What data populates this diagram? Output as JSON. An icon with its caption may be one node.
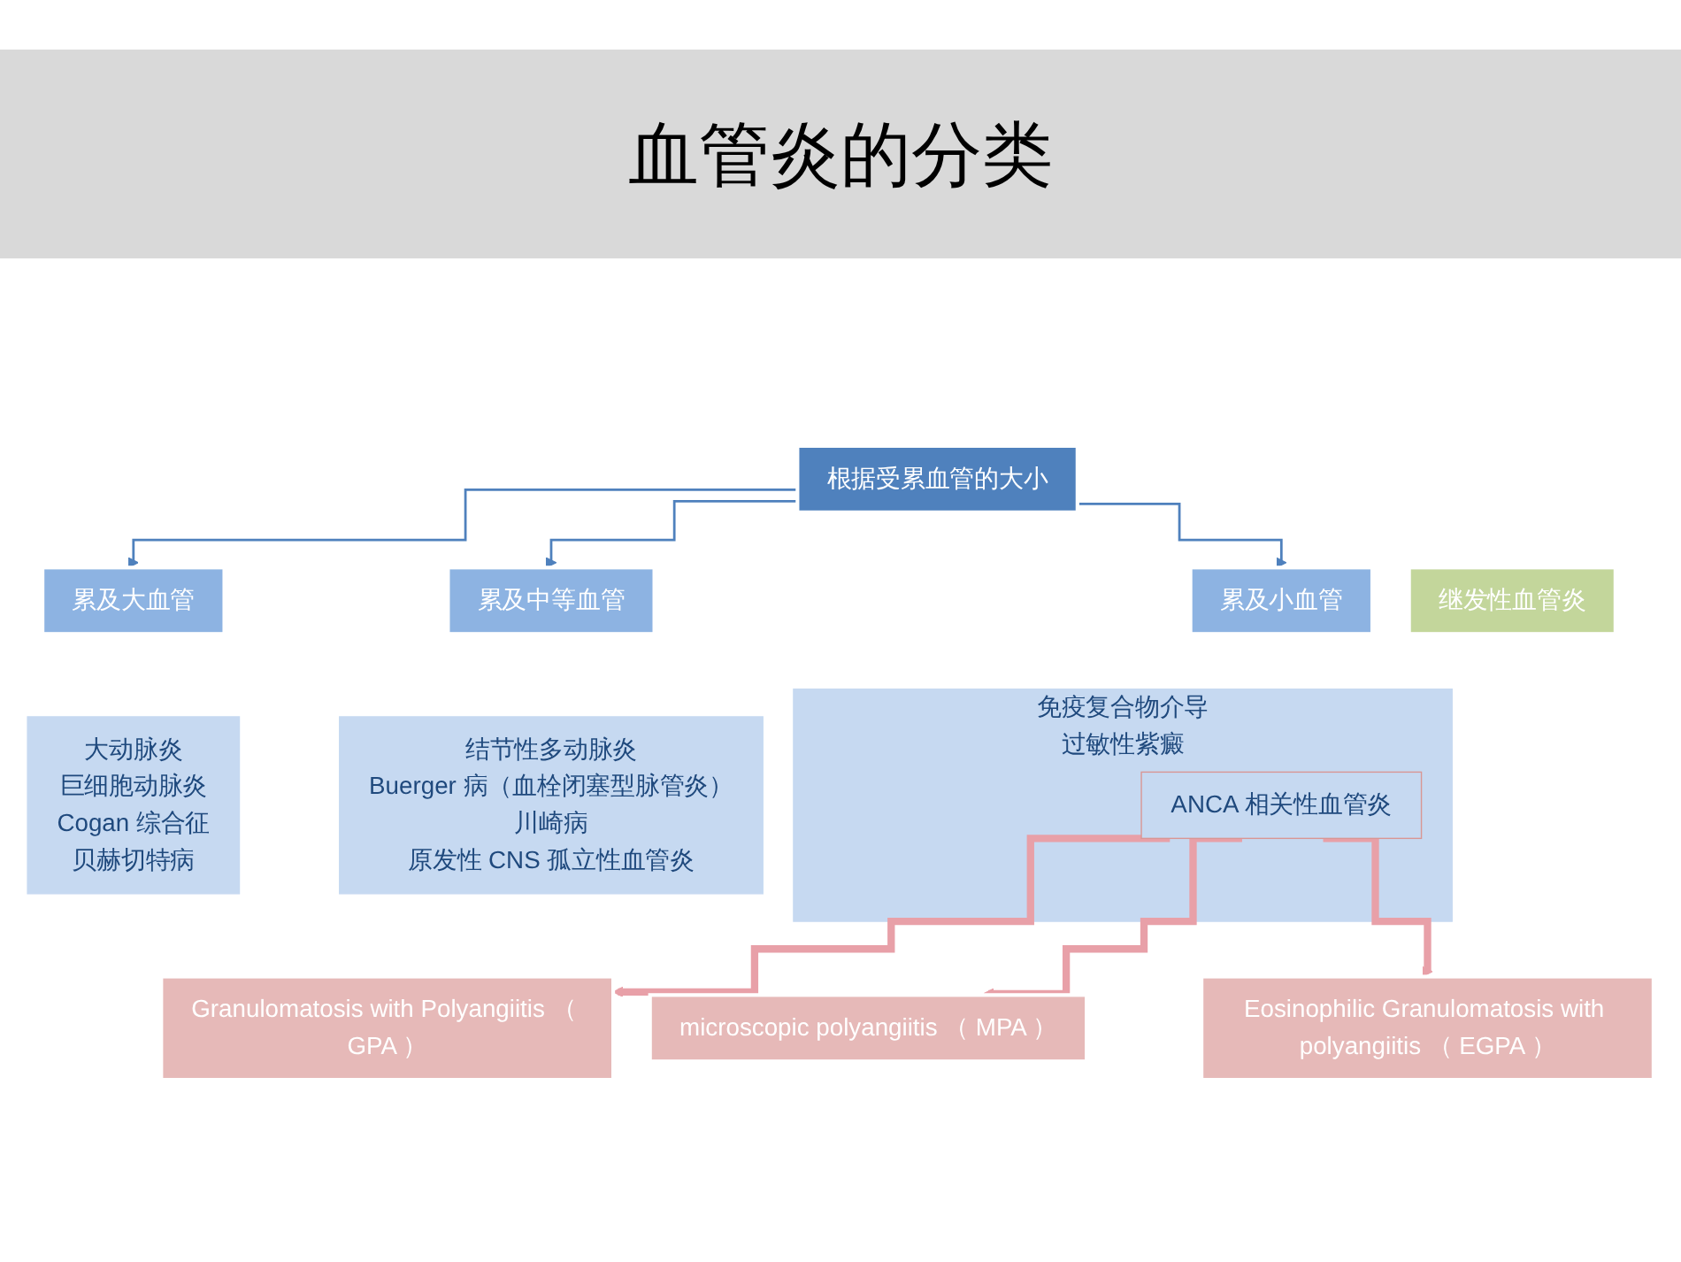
{
  "diagram": {
    "title": "血管炎的分类",
    "nodes": [
      {
        "text": [
          "根据受累血管的大小"
        ]
      },
      {
        "text": [
          "累及大血管"
        ]
      },
      {
        "text": [
          "大动脉炎",
          "巨细胞动脉炎",
          "Cogan 综合征",
          "贝赫切特病"
        ]
      },
      {
        "text": [
          "累及中等血管"
        ]
      },
      {
        "text": [
          "结节性多动脉炎",
          "Buerger 病（血栓闭塞型脉管炎）",
          "川崎病",
          "原发性 CNS 孤立性血管炎"
        ]
      },
      {
        "text": [
          "累及小血管"
        ]
      },
      {
        "text": [
          "免疫复合物介导",
          "过敏性紫癜"
        ]
      },
      {
        "text": [
          "ANCA 相关性血管炎"
        ],
        "in": 6
      },
      {
        "text": [
          "继发性血管炎"
        ]
      },
      {
        "text": [
          "Granulomatosis with Polyangiitis （ GPA ）"
        ]
      },
      {
        "text": [
          "microscopic polyangiitis （ MPA ）"
        ]
      },
      {
        "text": [
          "Eosinophilic Granulomatosis with polyangiitis （ EGPA ）"
        ]
      }
    ],
    "edges": [
      {
        "from": 0,
        "to": 1,
        "arrow": "to"
      },
      {
        "from": 0,
        "to": 3,
        "arrow": "to"
      },
      {
        "from": 0,
        "to": 5,
        "arrow": "to"
      },
      {
        "from": 7,
        "to": 9,
        "arrow": "to",
        "style": "thick",
        "color": "#e8a0a8"
      },
      {
        "from": 7,
        "to": 10,
        "arrow": "to",
        "style": "thick",
        "color": "#e8a0a8"
      },
      {
        "from": 7,
        "to": 11,
        "arrow": "to",
        "style": "thick",
        "color": "#e8a0a8"
      }
    ]
  }
}
